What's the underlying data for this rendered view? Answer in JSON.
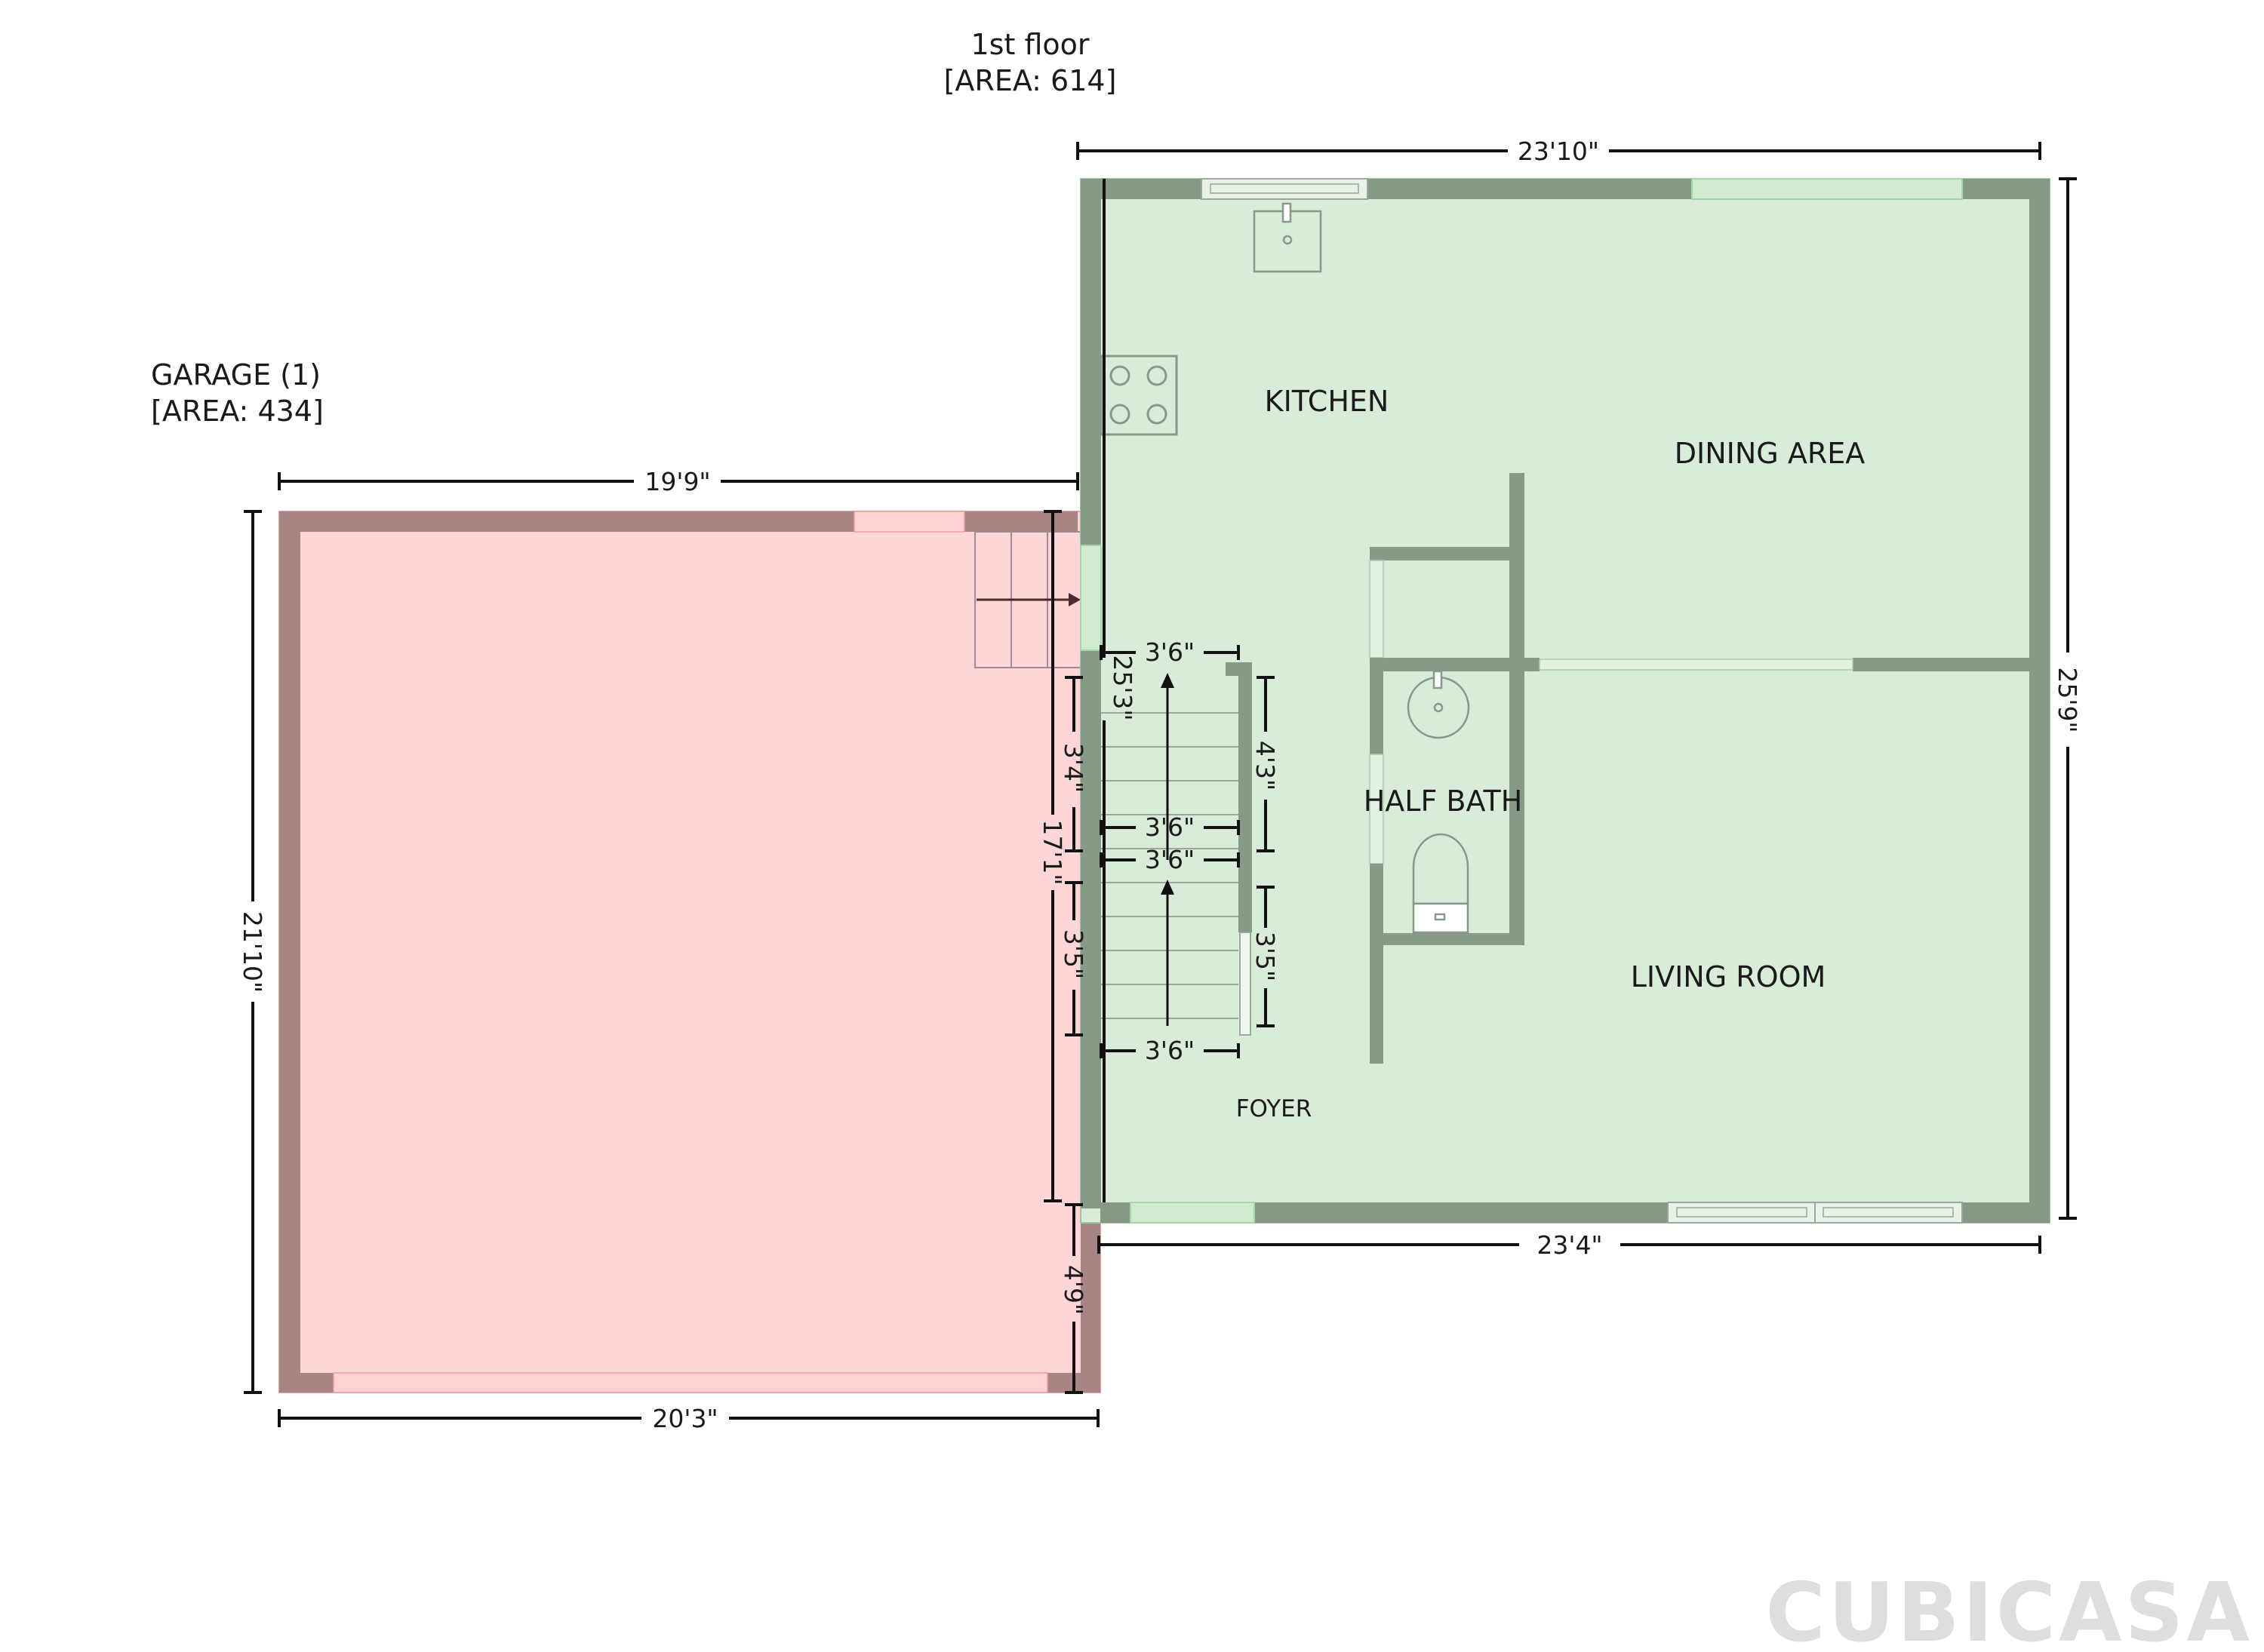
{
  "floor": {
    "name": "1st floor",
    "area": "[AREA: 614]"
  },
  "garage": {
    "name": "GARAGE (1)",
    "area": "[AREA: 434]"
  },
  "rooms": {
    "kitchen": "KITCHEN",
    "dining": "DINING AREA",
    "half_bath": "HALF BATH",
    "living": "LIVING ROOM",
    "foyer": "FOYER"
  },
  "dimensions": {
    "house_top": "23'10\"",
    "house_bottom": "23'4\"",
    "house_right": "25'9\"",
    "house_left_inner": "25'3\"",
    "garage_top": "19'9\"",
    "garage_bottom": "20'3\"",
    "garage_left": "21'10\"",
    "stair_17_1": "17'1\"",
    "stair_3_4": "3'4\"",
    "stair_3_5_left": "3'5\"",
    "stair_4_9": "4'9\"",
    "stair_4_3": "4'3\"",
    "stair_3_5_right": "3'5\"",
    "stair_width_1": "3'6\"",
    "stair_width_2": "3'6\"",
    "stair_width_3": "3'6\"",
    "stair_width_4": "3'6\""
  },
  "logo": "CUBICASA",
  "colors": {
    "house_fill": "#d9ecd9",
    "house_wall": "#879a87",
    "garage_fill": "#ffd6d8",
    "garage_wall": "#a88585"
  }
}
